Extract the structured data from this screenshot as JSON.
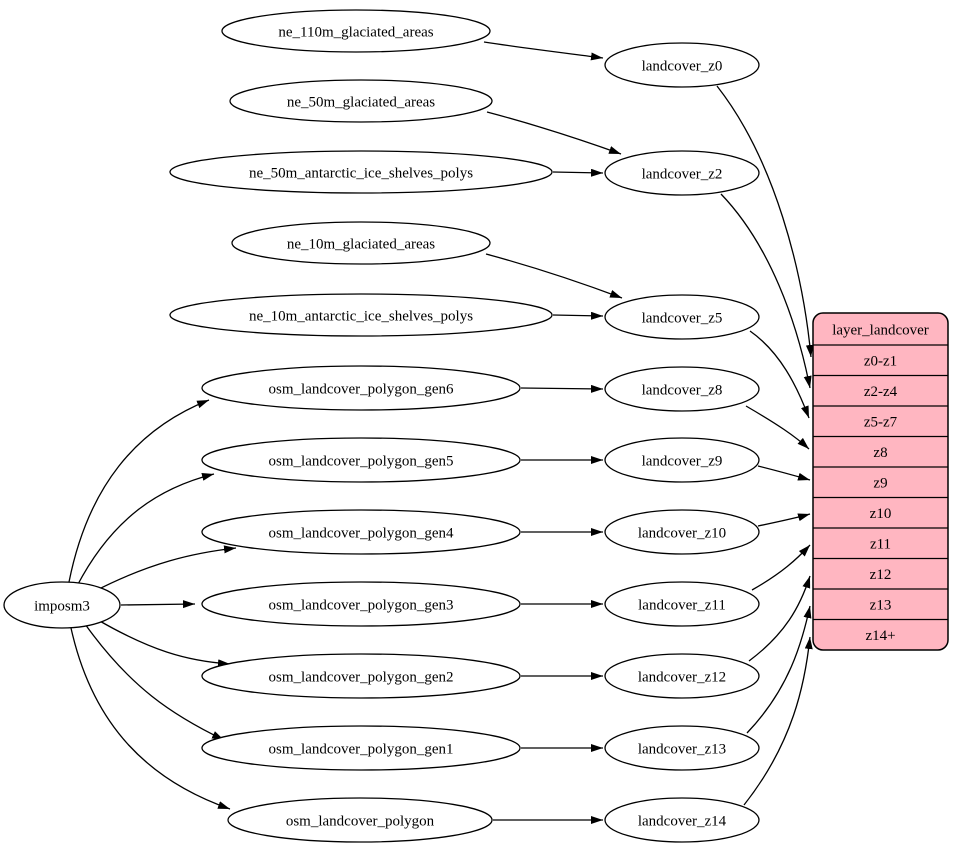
{
  "diagram": {
    "type": "graphviz-etl-mapping",
    "colors": {
      "background": "#ffffff",
      "node_fill": "#ffffff",
      "node_stroke": "#000000",
      "edge": "#000000",
      "table_fill": "#ffb6c1",
      "table_stroke": "#000000",
      "text": "#000000"
    },
    "nodes": [
      {
        "id": "ne_110m_glaciated_areas",
        "label": "ne_110m_glaciated_areas"
      },
      {
        "id": "ne_50m_glaciated_areas",
        "label": "ne_50m_glaciated_areas"
      },
      {
        "id": "ne_50m_antarctic_ice_shelves_polys",
        "label": "ne_50m_antarctic_ice_shelves_polys"
      },
      {
        "id": "ne_10m_glaciated_areas",
        "label": "ne_10m_glaciated_areas"
      },
      {
        "id": "ne_10m_antarctic_ice_shelves_polys",
        "label": "ne_10m_antarctic_ice_shelves_polys"
      },
      {
        "id": "osm_landcover_polygon_gen6",
        "label": "osm_landcover_polygon_gen6"
      },
      {
        "id": "osm_landcover_polygon_gen5",
        "label": "osm_landcover_polygon_gen5"
      },
      {
        "id": "osm_landcover_polygon_gen4",
        "label": "osm_landcover_polygon_gen4"
      },
      {
        "id": "osm_landcover_polygon_gen3",
        "label": "osm_landcover_polygon_gen3"
      },
      {
        "id": "osm_landcover_polygon_gen2",
        "label": "osm_landcover_polygon_gen2"
      },
      {
        "id": "osm_landcover_polygon_gen1",
        "label": "osm_landcover_polygon_gen1"
      },
      {
        "id": "osm_landcover_polygon",
        "label": "osm_landcover_polygon"
      },
      {
        "id": "imposm3",
        "label": "imposm3"
      },
      {
        "id": "landcover_z0",
        "label": "landcover_z0"
      },
      {
        "id": "landcover_z2",
        "label": "landcover_z2"
      },
      {
        "id": "landcover_z5",
        "label": "landcover_z5"
      },
      {
        "id": "landcover_z8",
        "label": "landcover_z8"
      },
      {
        "id": "landcover_z9",
        "label": "landcover_z9"
      },
      {
        "id": "landcover_z10",
        "label": "landcover_z10"
      },
      {
        "id": "landcover_z11",
        "label": "landcover_z11"
      },
      {
        "id": "landcover_z12",
        "label": "landcover_z12"
      },
      {
        "id": "landcover_z13",
        "label": "landcover_z13"
      },
      {
        "id": "landcover_z14",
        "label": "landcover_z14"
      }
    ],
    "table": {
      "id": "layer_landcover",
      "title": "layer_landcover",
      "rows": [
        "z0-z1",
        "z2-z4",
        "z5-z7",
        "z8",
        "z9",
        "z10",
        "z11",
        "z12",
        "z13",
        "z14+"
      ]
    },
    "edges": [
      {
        "from": "ne_110m_glaciated_areas",
        "to": "landcover_z0"
      },
      {
        "from": "ne_50m_glaciated_areas",
        "to": "landcover_z2"
      },
      {
        "from": "ne_50m_antarctic_ice_shelves_polys",
        "to": "landcover_z2"
      },
      {
        "from": "ne_10m_glaciated_areas",
        "to": "landcover_z5"
      },
      {
        "from": "ne_10m_antarctic_ice_shelves_polys",
        "to": "landcover_z5"
      },
      {
        "from": "osm_landcover_polygon_gen6",
        "to": "landcover_z8"
      },
      {
        "from": "osm_landcover_polygon_gen5",
        "to": "landcover_z9"
      },
      {
        "from": "osm_landcover_polygon_gen4",
        "to": "landcover_z10"
      },
      {
        "from": "osm_landcover_polygon_gen3",
        "to": "landcover_z11"
      },
      {
        "from": "osm_landcover_polygon_gen2",
        "to": "landcover_z12"
      },
      {
        "from": "osm_landcover_polygon_gen1",
        "to": "landcover_z13"
      },
      {
        "from": "osm_landcover_polygon",
        "to": "landcover_z14"
      },
      {
        "from": "imposm3",
        "to": "osm_landcover_polygon_gen6"
      },
      {
        "from": "imposm3",
        "to": "osm_landcover_polygon_gen5"
      },
      {
        "from": "imposm3",
        "to": "osm_landcover_polygon_gen4"
      },
      {
        "from": "imposm3",
        "to": "osm_landcover_polygon_gen3"
      },
      {
        "from": "imposm3",
        "to": "osm_landcover_polygon_gen2"
      },
      {
        "from": "imposm3",
        "to": "osm_landcover_polygon_gen1"
      },
      {
        "from": "imposm3",
        "to": "osm_landcover_polygon"
      },
      {
        "from": "landcover_z0",
        "to": "layer_landcover",
        "port": "z0-z1"
      },
      {
        "from": "landcover_z2",
        "to": "layer_landcover",
        "port": "z2-z4"
      },
      {
        "from": "landcover_z5",
        "to": "layer_landcover",
        "port": "z5-z7"
      },
      {
        "from": "landcover_z8",
        "to": "layer_landcover",
        "port": "z8"
      },
      {
        "from": "landcover_z9",
        "to": "layer_landcover",
        "port": "z9"
      },
      {
        "from": "landcover_z10",
        "to": "layer_landcover",
        "port": "z10"
      },
      {
        "from": "landcover_z11",
        "to": "layer_landcover",
        "port": "z11"
      },
      {
        "from": "landcover_z12",
        "to": "layer_landcover",
        "port": "z12"
      },
      {
        "from": "landcover_z13",
        "to": "layer_landcover",
        "port": "z13"
      },
      {
        "from": "landcover_z14",
        "to": "layer_landcover",
        "port": "z14+"
      }
    ]
  }
}
